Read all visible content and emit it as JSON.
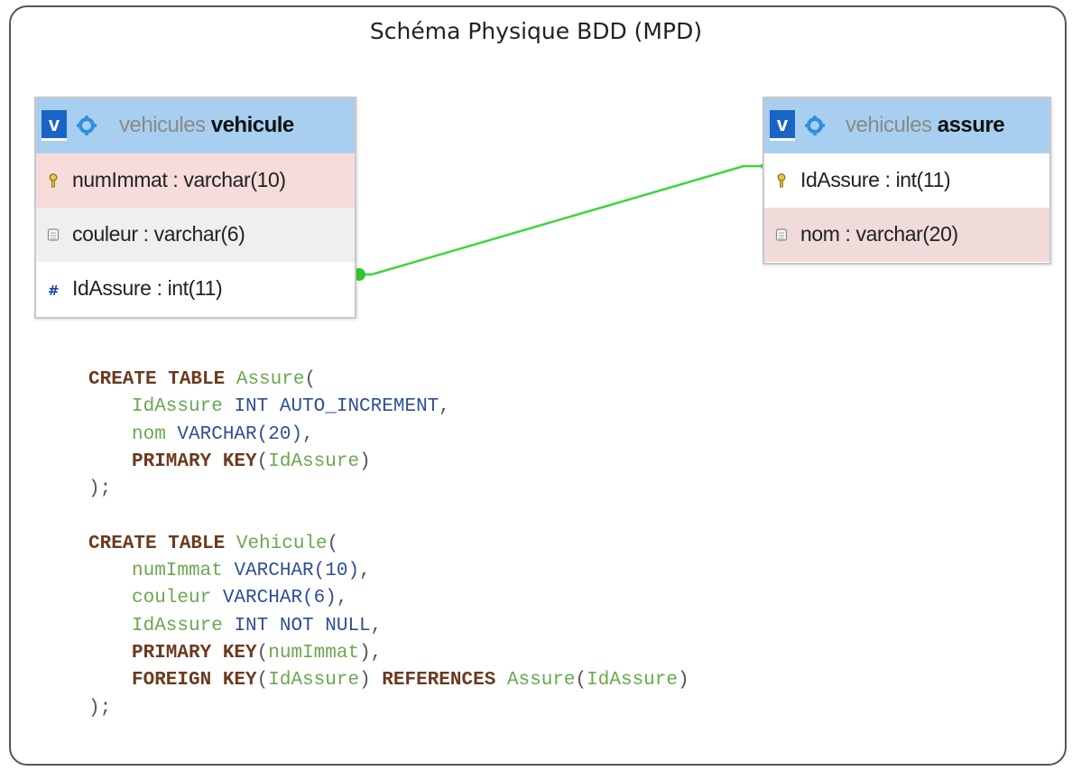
{
  "title": "Schéma Physique BDD (MPD)",
  "tables": {
    "vehicule": {
      "db": "vehicules",
      "name": "vehicule",
      "badge": "v",
      "columns": [
        {
          "name": "numImmat",
          "type": "varchar(10)",
          "key": "primary"
        },
        {
          "name": "couleur",
          "type": "varchar(6)",
          "key": "none"
        },
        {
          "name": "IdAssure",
          "type": "int(11)",
          "key": "numeric"
        }
      ]
    },
    "assure": {
      "db": "vehicules",
      "name": "assure",
      "badge": "v",
      "columns": [
        {
          "name": "IdAssure",
          "type": "int(11)",
          "key": "primary"
        },
        {
          "name": "nom",
          "type": "varchar(20)",
          "key": "none"
        }
      ]
    }
  },
  "relation": {
    "from": "vehicule.IdAssure",
    "to": "assure.IdAssure",
    "color": "#3dd63d"
  },
  "colors": {
    "header": "#a8cff0",
    "badge": "#1a64c8",
    "keyword": "#6b3a1f",
    "identifier": "#6aa84f",
    "type": "#2e4f91"
  },
  "code": {
    "assure": {
      "create": "CREATE TABLE",
      "name": "Assure",
      "col1": "IdAssure",
      "col1_type": "INT AUTO_INCREMENT",
      "col2": "nom",
      "col2_type": "VARCHAR(20)",
      "pk_kw": "PRIMARY KEY",
      "pk_col": "IdAssure",
      "end": ");"
    },
    "vehicule": {
      "create": "CREATE TABLE",
      "name": "Vehicule",
      "col1": "numImmat",
      "col1_type": "VARCHAR(10)",
      "col2": "couleur",
      "col2_type": "VARCHAR(6)",
      "col3": "IdAssure",
      "col3_type": "INT NOT NULL",
      "pk_kw": "PRIMARY KEY",
      "pk_col": "numImmat",
      "fk_kw": "FOREIGN KEY",
      "fk_col": "IdAssure",
      "ref_kw": "REFERENCES",
      "ref_table": "Assure",
      "ref_col": "IdAssure",
      "end": ");"
    }
  }
}
